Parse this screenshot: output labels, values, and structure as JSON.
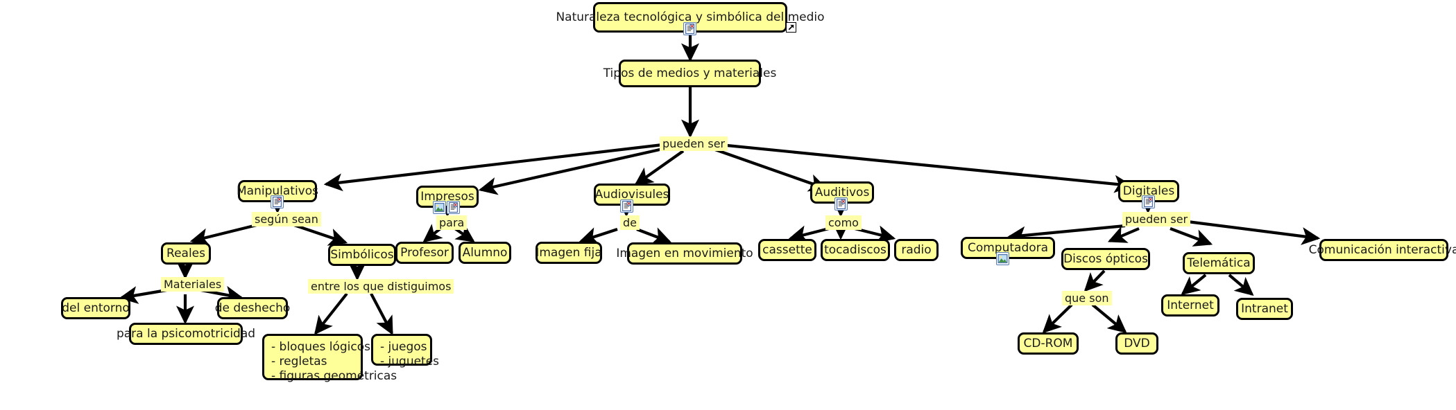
{
  "map": {
    "title": "Naturaleza tecnológica y simbólica del medio",
    "theme": {
      "node_fill": "#ffff99",
      "node_border": "#000000",
      "link_fill": "#ffffaa",
      "text": "#1a1a1a",
      "background": "#ffffff",
      "edge": "#000000"
    }
  },
  "nodes": {
    "root": "Naturaleza tecnológica y simbólica del medio",
    "tipos": "Tipos de medios y materiales",
    "manipulativos": "Manipulativos",
    "impresos": "Impresos",
    "audiovisules": "Audiovisules",
    "auditivos": "Auditivos",
    "digitales": "Digitales",
    "reales": "Reales",
    "simbolicos": "Simbólicos",
    "profesor": "Profesor",
    "alumno": "Alumno",
    "imagen_fija": "Imagen fija",
    "imagen_movimiento": "Imagen en movimiento",
    "cassette": "cassette",
    "tocadiscos": "tocadiscos",
    "radio": "radio",
    "computadora": "Computadora",
    "discos_opticos": "Discos ópticos",
    "telematica": "Telemática",
    "comunicacion": "Comunicación interactiva",
    "del_entorno": "del entorno",
    "de_deshecho": "de deshecho",
    "psicomotricidad": "para la psicomotricidad",
    "bloques": "- bloques lógicos\n- regletas\n- figuras geométricas",
    "juegos": "- juegos\n- juguetes",
    "internet": "Internet",
    "intranet": "Intranet",
    "cdrom": "CD-ROM",
    "dvd": "DVD"
  },
  "links": {
    "pueden_ser_1": "pueden ser",
    "segun_sean": "según sean",
    "para": "para",
    "de": "de",
    "como": "como",
    "pueden_ser_2": "pueden ser",
    "materiales": "Materiales",
    "entre_los_que": "entre los que distiguimos",
    "que_son": "que son"
  },
  "icons": {
    "resource": "document-resource-icon",
    "picture": "picture-resource-icon",
    "corner": "external-link-arrow-icon"
  }
}
